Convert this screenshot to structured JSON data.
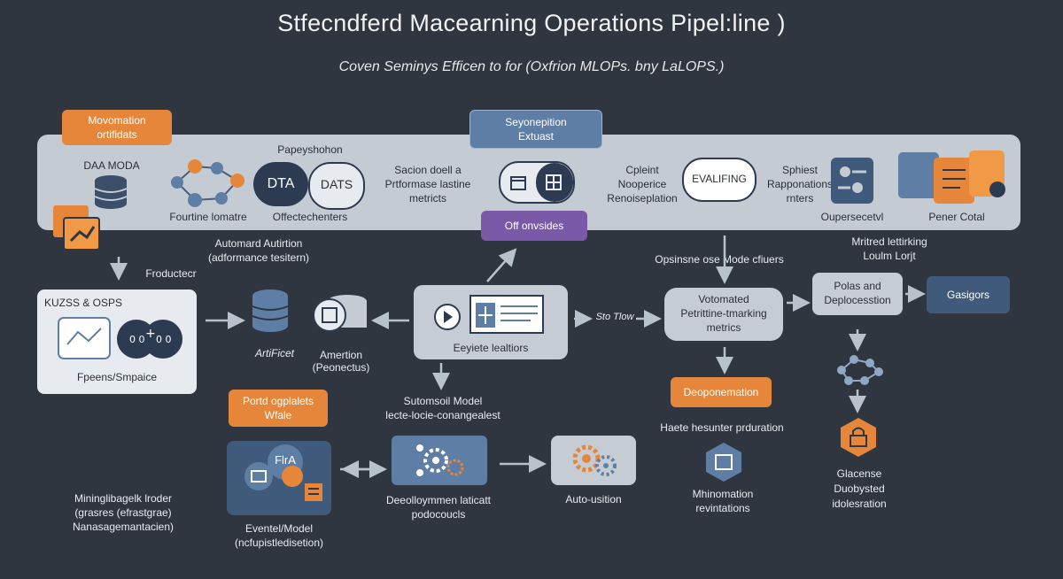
{
  "title": "Stfecndferd Macearning Operations Pipel:line )",
  "subtitle": "Coven Seminys Efficen to for (Oxfrion MLOPs. bny LaLOPS.)",
  "band": {
    "callout_left": [
      "Movomation",
      "ortifidats"
    ],
    "callout_center": [
      "Seyonepition",
      "Extuast"
    ],
    "data_moda": "DAA MODA",
    "paper_label": "Papeyshohon",
    "dta": "DTA",
    "dats": "DATS",
    "fourtine": "Fourtine lomatre",
    "officter": "Offectechenters",
    "sacion": [
      "Sacion doell a",
      "Prtformase lastine",
      "metricts"
    ],
    "off_button": "Off onvsides",
    "cpleint": [
      "Cpleint",
      "Nooperice",
      "Renoiseplation"
    ],
    "evalifing": "EVALIFING",
    "sphiest": [
      "Sphiest",
      "Rapponations",
      "rnters"
    ],
    "oupersecetvl": "Oupersecetvl",
    "pener_cotal": "Pener Cotal"
  },
  "labels": {
    "automard": [
      "Automard Autirtion",
      "(adformance tesitern)"
    ],
    "froductecr": "Froductecr",
    "mitred": [
      "Mritred lettirking",
      "Loulm Lorjt"
    ],
    "opsinsne": "Opsinsne ose  Mode cfiuers",
    "kuzss": "KUZSS & OSPS",
    "fpeens": "Fpeens/Smpaice",
    "artifect": "ArtiFicet",
    "amertion": [
      "Amertion",
      "(Peonectus)"
    ],
    "eeyiete": "Eeyiete lealtiors",
    "stotflow": "Sto Tlow",
    "votomated": [
      "Votomated",
      "Petrittine-tmarking",
      "metrics"
    ],
    "polas": [
      "Polas and",
      "Deplocesstion"
    ],
    "gasigors": "Gasigors",
    "sutomsoil": [
      "Sutomsoil Model",
      "lecte-locie-conangealest"
    ],
    "portd": [
      "Portd ogplalets",
      "Wfale"
    ],
    "fira": "FlrA",
    "mining": [
      "Mininglibagelk lroder",
      "(grasres (efrastgrae)",
      "Nanasagemantacien)"
    ],
    "eventelmodel": [
      "Eventel/Model",
      "(ncfupistledisetion)"
    ],
    "development": [
      "Deeolloymmen laticatt",
      "podocoucls"
    ],
    "autousition": "Auto-usition",
    "deoponemation": "Deoponemation",
    "haete": "Haete hesunter prduration",
    "mhinomation": [
      "Mhinomation",
      "revintations"
    ],
    "glacense": [
      "Glacense",
      "Duobysted",
      "idolesration"
    ]
  }
}
